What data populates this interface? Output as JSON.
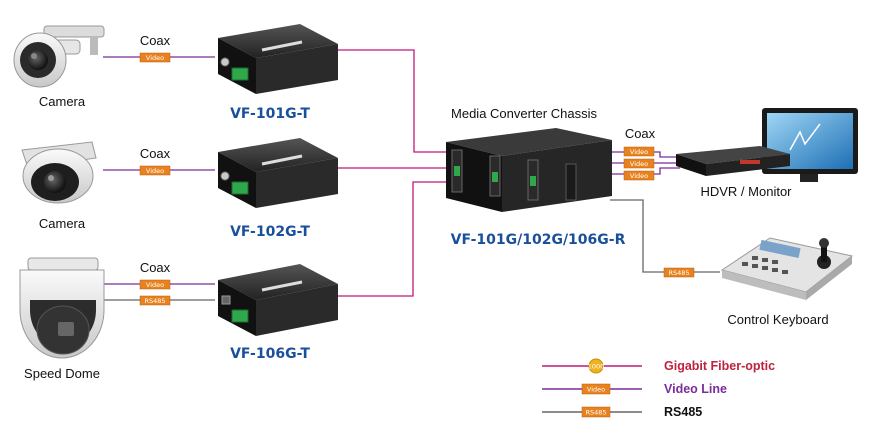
{
  "endpoints": {
    "camera1": "Camera",
    "camera2": "Camera",
    "speed_dome": "Speed Dome",
    "hdvr": "HDVR / Monitor",
    "keyboard": "Control Keyboard"
  },
  "links": {
    "coax": "Coax",
    "video_tag": "Video",
    "rs485_tag": "RS485",
    "fiber_tag": "1000"
  },
  "converters": {
    "c1": "VF-101G-T",
    "c2": "VF-102G-T",
    "c3": "VF-106G-T"
  },
  "chassis": {
    "title": "Media Converter Chassis",
    "model": "VF-101G/102G/106G-R"
  },
  "legend": {
    "fiber": "Gigabit Fiber-optic",
    "video": "Video Line",
    "rs485": "RS485"
  },
  "colors": {
    "fiber": "#c2187a",
    "video": "#7a2c9a",
    "rs485": "#666666",
    "tag_orange": "#e8821e",
    "model_blue": "#1a4f9c"
  }
}
